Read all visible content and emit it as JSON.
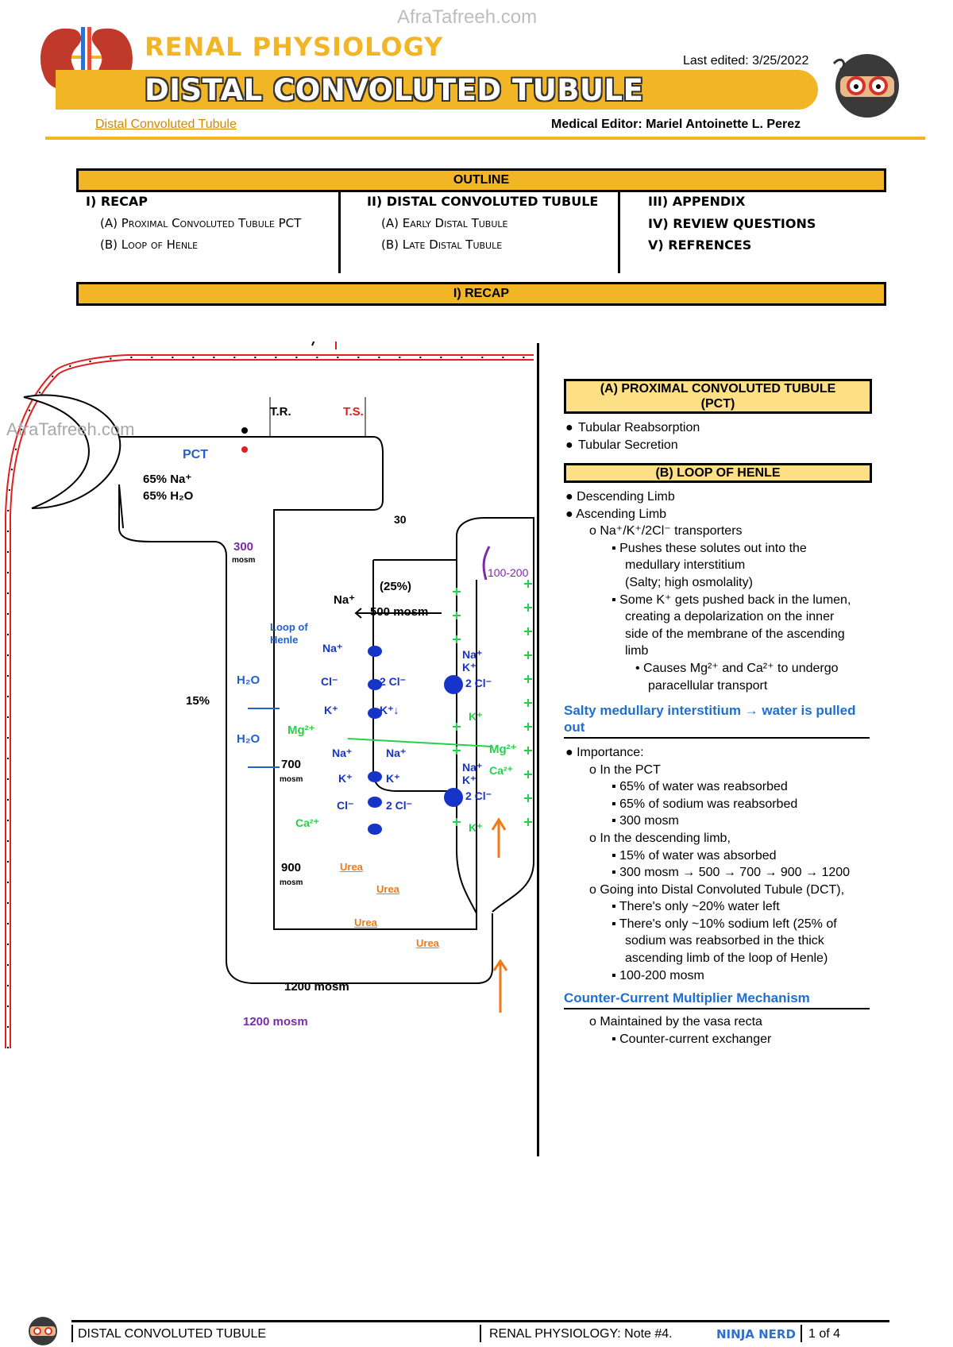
{
  "watermark": "AfraTafreeh.com",
  "header": {
    "subject": "RENAL PHYSIOLOGY",
    "topic": "DISTAL CONVOLUTED TUBULE",
    "last_edited": "Last edited: 3/25/2022",
    "video_link": "Distal Convoluted Tubule",
    "editor": "Medical Editor: Mariel Antoinette L. Perez"
  },
  "outline": {
    "title": "OUTLINE",
    "col1": [
      "I) RECAP",
      "(A) Proximal Convoluted Tubule PCT",
      "(B) Loop of Henle"
    ],
    "col2": [
      "II) DISTAL CONVOLUTED TUBULE",
      "(A) Early Distal Tubule",
      "(B) Late Distal Tubule"
    ],
    "col3": [
      "III) APPENDIX",
      "IV) REVIEW QUESTIONS",
      "V) REFRENCES"
    ]
  },
  "recap_title": "I)  RECAP",
  "diagram": {
    "tr": "T.R.",
    "ts": "T.S.",
    "pct": "PCT",
    "na65": "65% Na⁺",
    "h2o65": "65% H₂O",
    "mosm300": "300",
    "mosm_unit": "mosm",
    "pct_edge": "30",
    "range": "100-200",
    "pct25": "(25%)",
    "na_label": "Na⁺",
    "mosm500": "500 mosm",
    "loop": "Loop of Henle",
    "h2o": "H₂O",
    "pct15": "15%",
    "mosm700": "700",
    "mosm900": "900",
    "mosm1200": "1200 mosm",
    "mosm1200b": "1200 mosm",
    "urea": "Urea",
    "na": "Na⁺",
    "cl": "Cl⁻",
    "k": "K⁺",
    "cl2": "2 Cl⁻",
    "kdown": "K⁺↓",
    "mg": "Mg²⁺",
    "ca": "Ca²⁺"
  },
  "right": {
    "pct_box": [
      "(A)  PROXIMAL CONVOLUTED TUBULE",
      "(PCT)"
    ],
    "pct_items": [
      "Tubular Reabsorption",
      "Tubular Secretion"
    ],
    "loh_box": "(B)  LOOP OF HENLE",
    "loh_items": [
      "● Descending Limb",
      "● Ascending Limb",
      "o Na⁺/K⁺/2Cl⁻ transporters",
      "▪ Pushes these solutes out into the",
      "medullary interstitium",
      "(Salty; high osmolality)",
      "▪ Some K⁺ gets pushed back in the lumen,",
      "creating a depolarization on the inner",
      "side of the membrane of the ascending",
      "limb",
      "• Causes Mg²⁺ and Ca²⁺ to undergo",
      "paracellular transport"
    ],
    "salty_head": [
      "Salty medullary interstitium → water is pulled",
      "out"
    ],
    "importance": [
      "● Importance:",
      "o In the PCT",
      "▪ 65% of water was reabsorbed",
      "▪ 65% of sodium was reabsorbed",
      "▪ 300 mosm",
      "o In the descending limb,",
      "▪ 15% of water was absorbed",
      "▪ 300 mosm → 500 → 700 → 900 → 1200",
      "o Going into Distal Convoluted Tubule (DCT),",
      "▪ There's only ~20% water left",
      "▪ There's only ~10% sodium left (25% of",
      "sodium was reabsorbed in the thick",
      "ascending limb of the loop of Henle)",
      "▪ 100-200 mosm"
    ],
    "ccm_head": "Counter-Current Multiplier Mechanism",
    "ccm_items": [
      "o Maintained by the vasa recta",
      "▪ Counter-current exchanger"
    ]
  },
  "footer": {
    "left": "DISTAL CONVOLUTED TUBULE",
    "middle": "RENAL PHYSIOLOGY: Note #4.",
    "brand": "NINJA NERD",
    "page": "1 of 4"
  }
}
